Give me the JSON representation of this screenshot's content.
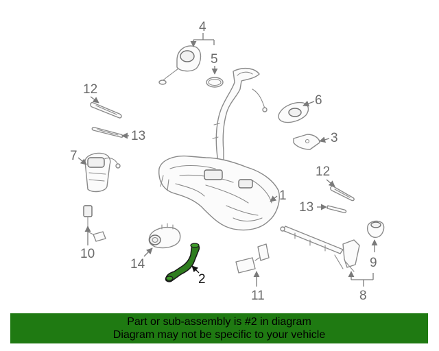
{
  "callouts": {
    "c1": "1",
    "c2": "2",
    "c3": "3",
    "c4": "4",
    "c5": "5",
    "c6": "6",
    "c7": "7",
    "c8": "8",
    "c9": "9",
    "c10": "10",
    "c11": "11",
    "c12a": "12",
    "c12b": "12",
    "c13a": "13",
    "c13b": "13",
    "c14": "14"
  },
  "highlighted_part": "2",
  "colors": {
    "highlight": "#2e7d1e",
    "footer_background": "#1f7a12",
    "line_art": "#8a8a8a"
  },
  "footer": {
    "line1": "Part or sub-assembly is #2 in diagram",
    "line2": "Diagram may not be specific to your vehicle"
  }
}
